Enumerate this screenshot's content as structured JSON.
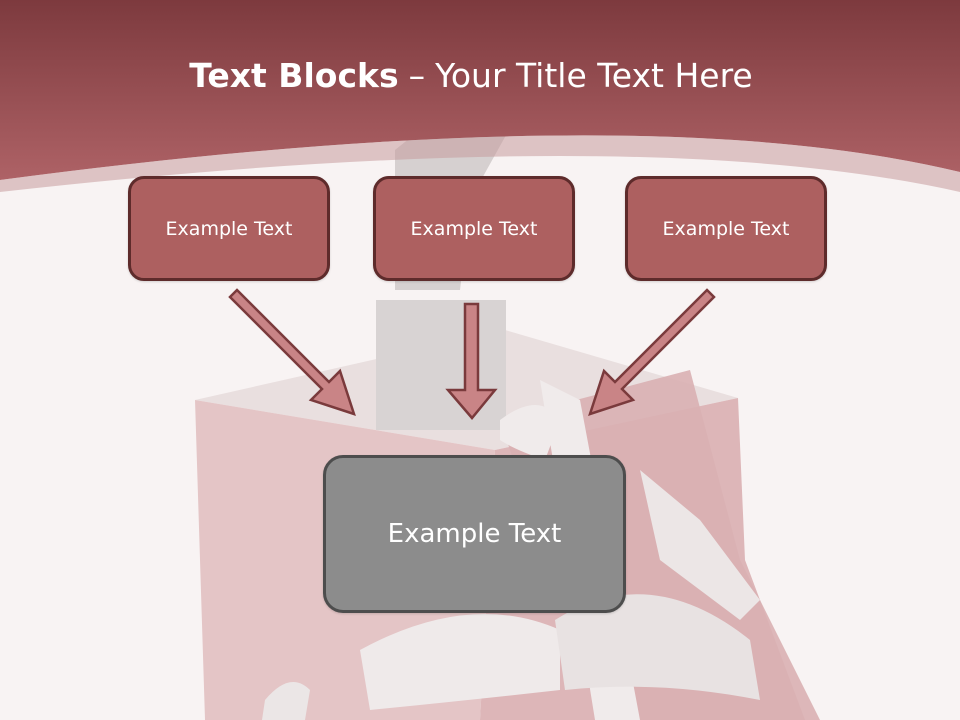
{
  "slide": {
    "title_bold": "Text Blocks",
    "title_separator": "–",
    "title_rest": "Your Title Text Here"
  },
  "blocks": {
    "top_left": "Example Text",
    "top_middle": "Example Text",
    "top_right": "Example Text",
    "center": "Example Text"
  },
  "colors": {
    "header_band": "#9a4e52",
    "box_fill": "#ad6060",
    "box_border": "#5e2b2b",
    "center_fill": "#8c8c8c",
    "arrow_fill": "#c98486",
    "background": "#f8f3f3"
  }
}
